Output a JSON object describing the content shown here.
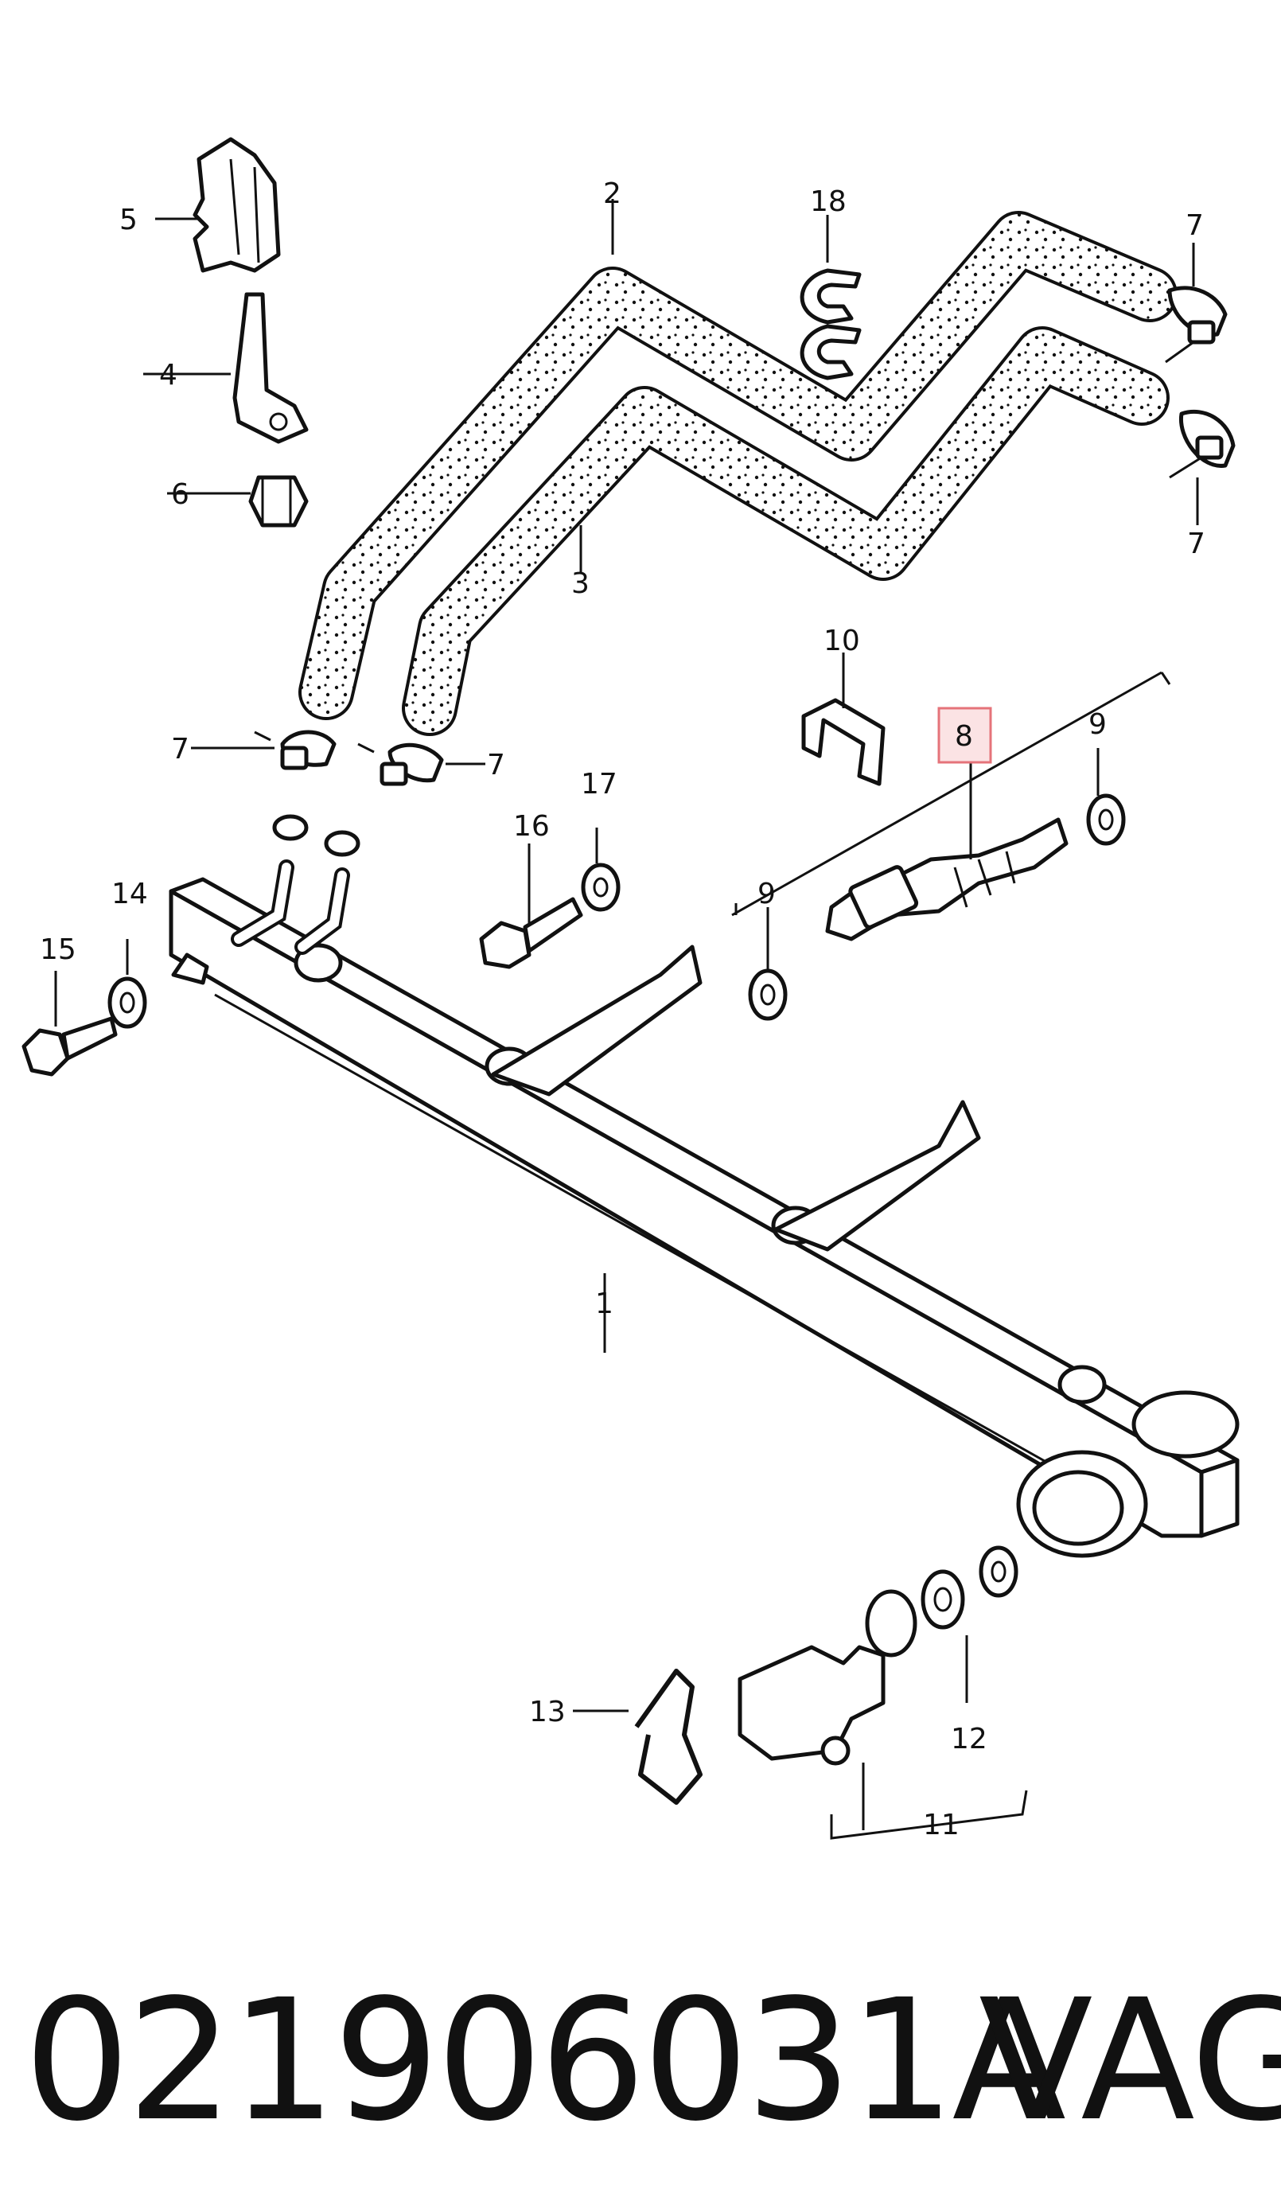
{
  "colors": {
    "ink": "#111111",
    "paper": "#ffffff",
    "highlight_box": "#e5737a",
    "highlight_fill": "#fbe3e4"
  },
  "callouts": {
    "c1": "1",
    "c2": "2",
    "c3": "3",
    "c4": "4",
    "c5": "5",
    "c6": "6",
    "c7a": "7",
    "c7b": "7",
    "c7c": "7",
    "c7d": "7",
    "c8": "8",
    "c9a": "9",
    "c9b": "9",
    "c10": "10",
    "c11": "11",
    "c12": "12",
    "c13": "13",
    "c14": "14",
    "c15": "15",
    "c16": "16",
    "c17": "17",
    "c18": "18"
  },
  "caption": {
    "part_number": "021906031A",
    "brand": "VAG"
  }
}
